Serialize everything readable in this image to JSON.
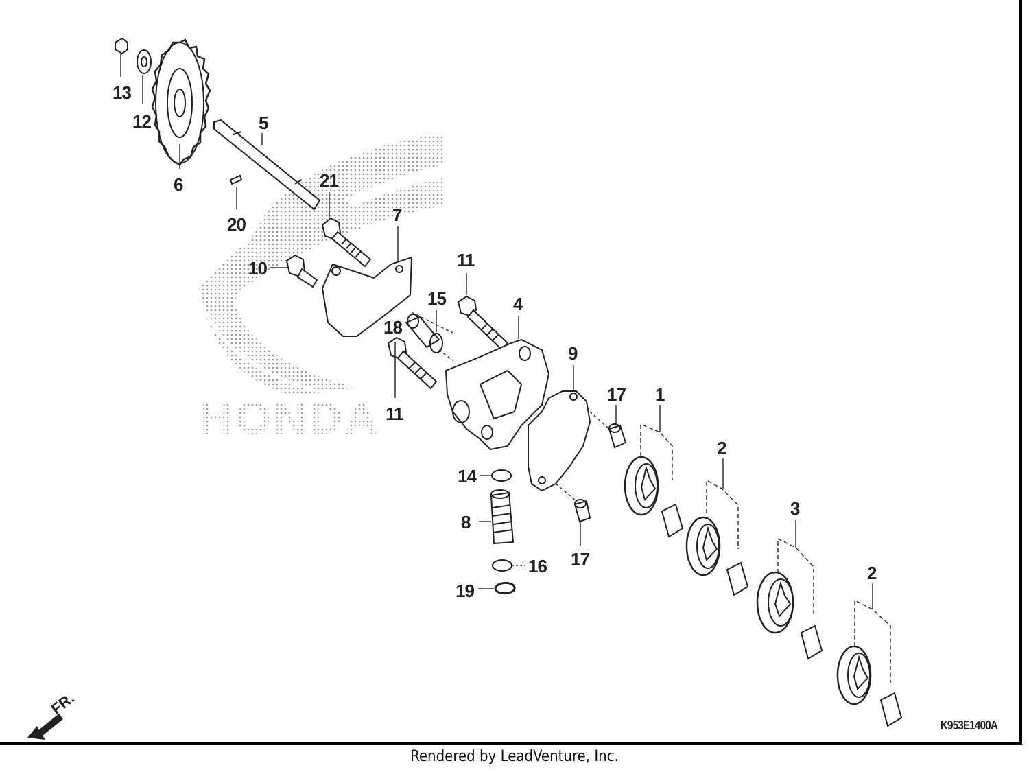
{
  "diagram": {
    "watermark_text": "HONDA",
    "direction_label": "FR.",
    "drawing_code": "K953E1400A",
    "footer": "Rendered by LeadVenture, Inc.",
    "callouts": [
      {
        "id": "c13",
        "text": "13"
      },
      {
        "id": "c12",
        "text": "12"
      },
      {
        "id": "c6",
        "text": "6"
      },
      {
        "id": "c5",
        "text": "5"
      },
      {
        "id": "c20",
        "text": "20"
      },
      {
        "id": "c21",
        "text": "21"
      },
      {
        "id": "c7",
        "text": "7"
      },
      {
        "id": "c10",
        "text": "10"
      },
      {
        "id": "c11a",
        "text": "11"
      },
      {
        "id": "c15",
        "text": "15"
      },
      {
        "id": "c4",
        "text": "4"
      },
      {
        "id": "c18",
        "text": "18"
      },
      {
        "id": "c11b",
        "text": "11"
      },
      {
        "id": "c9",
        "text": "9"
      },
      {
        "id": "c17a",
        "text": "17"
      },
      {
        "id": "c1",
        "text": "1"
      },
      {
        "id": "c2a",
        "text": "2"
      },
      {
        "id": "c14",
        "text": "14"
      },
      {
        "id": "c8",
        "text": "8"
      },
      {
        "id": "c16",
        "text": "16"
      },
      {
        "id": "c19",
        "text": "19"
      },
      {
        "id": "c17b",
        "text": "17"
      },
      {
        "id": "c3",
        "text": "3"
      },
      {
        "id": "c2b",
        "text": "2"
      }
    ]
  }
}
